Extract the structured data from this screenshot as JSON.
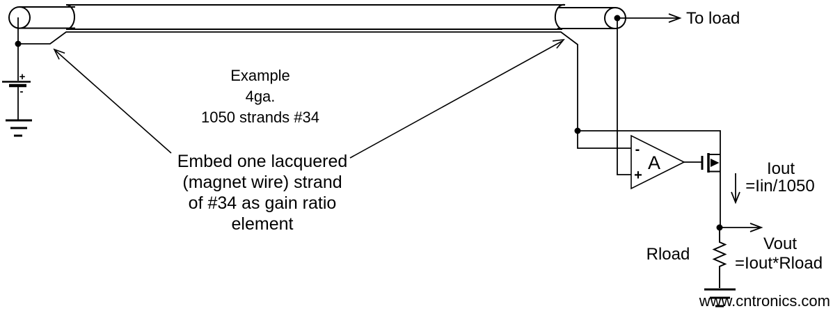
{
  "colors": {
    "ink": "#000000",
    "watermark": "#a8d5a0",
    "background": "#ffffff"
  },
  "cable": {
    "to_load_label": "To load",
    "gauge_note": [
      "Example",
      "4ga.",
      "1050 strands #34"
    ],
    "callout": [
      "Embed one lacquered",
      "(magnet wire) strand",
      "of #34 as gain ratio",
      "element"
    ]
  },
  "battery": {
    "plus_label": "+",
    "minus_label": "-"
  },
  "opamp": {
    "gain_label": "A",
    "inverting_label": "-",
    "noninverting_label": "+"
  },
  "output": {
    "iout_label": "Iout",
    "iout_formula": "=Iin/1050",
    "vout_label": "Vout",
    "vout_formula": "=Iout*Rload",
    "rload_label": "Rload"
  },
  "watermark": {
    "text": "www.cntronics.com"
  }
}
